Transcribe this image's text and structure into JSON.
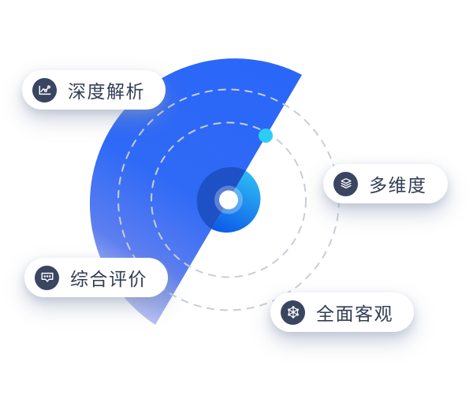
{
  "illustration": {
    "description": "radar-scan feature illustration",
    "background_color": "#ffffff",
    "radar": {
      "sweep_color_start": "#2a66f8",
      "sweep_color_mid": "#3a6ef2",
      "sweep_color_end": "#aab6f0",
      "core_dark_color": "#1e51c5",
      "core_bright_gradient_start": "#2fc0f5",
      "core_bright_gradient_end": "#0c58e8",
      "center_dot_color": "#ffffff",
      "scan_dot_color": "#2bcdf4",
      "dashed_circle_color": "#c7ced9"
    },
    "badges": [
      {
        "label": "深度解析",
        "icon": "line-chart-icon"
      },
      {
        "label": "多维度",
        "icon": "layers-icon"
      },
      {
        "label": "综合评价",
        "icon": "comment-icon"
      },
      {
        "label": "全面客观",
        "icon": "network-icon"
      }
    ],
    "badge_text_color": "#323e56",
    "badge_icon_background": "#3a4560"
  }
}
